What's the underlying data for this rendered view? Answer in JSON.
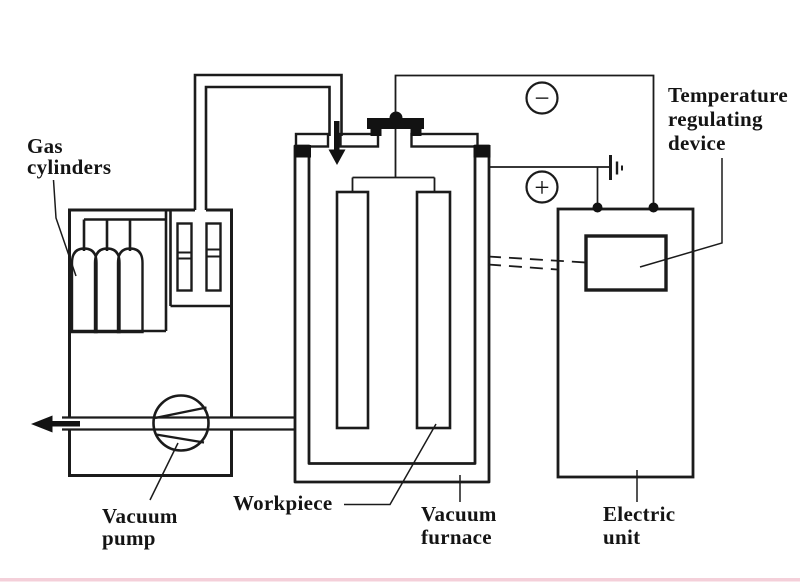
{
  "figure": {
    "background": "#ffffff",
    "line_color": "#1b1b1b",
    "wall_gray": "#bfc0c2",
    "workpiece_pink": "#f6bac9",
    "page_edge_pink": "#f4cfd9"
  },
  "labels": {
    "gas_cylinders": [
      "Gas",
      "cylinders"
    ],
    "vacuum_pump": [
      "Vacuum",
      "pump"
    ],
    "workpiece": "Workpiece",
    "vacuum_furnace": [
      "Vacuum",
      "furnace"
    ],
    "electric_unit": [
      "Electric",
      "unit"
    ],
    "temperature_regulating_device": [
      "Temperature",
      "regulating",
      "device"
    ],
    "polarity_negative": "−",
    "polarity_positive": "+"
  }
}
